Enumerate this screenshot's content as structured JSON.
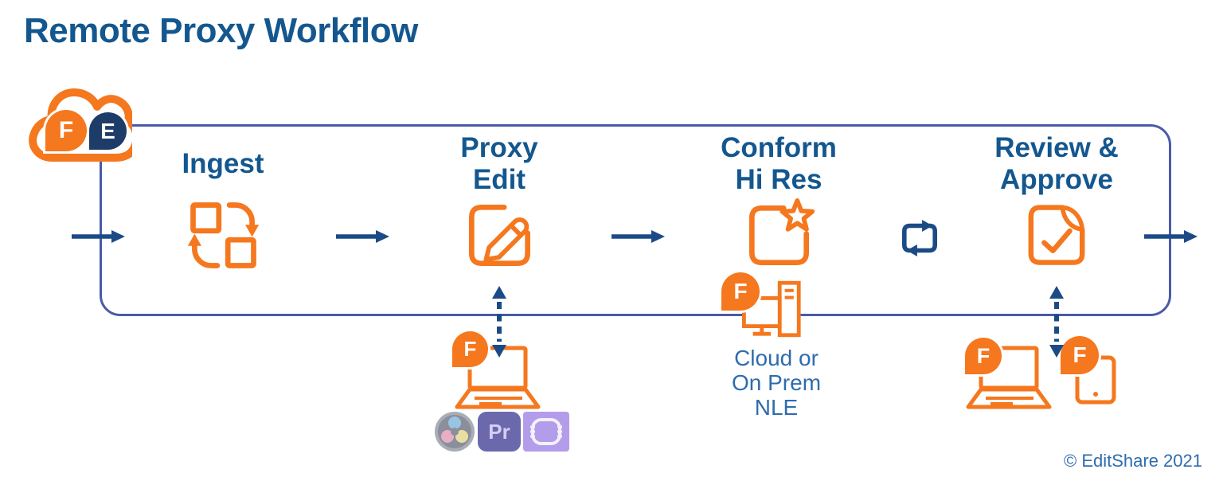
{
  "title": "Remote Proxy Workflow",
  "cloud": {
    "f_badge": "F",
    "e_badge": "E"
  },
  "steps": [
    {
      "line1": "Ingest",
      "line2": "",
      "icon": "ingest-transfer-icon"
    },
    {
      "line1": "Proxy",
      "line2": "Edit",
      "icon": "proxy-edit-icon"
    },
    {
      "line1": "Conform",
      "line2": "Hi Res",
      "icon": "conform-star-icon"
    },
    {
      "line1": "Review &",
      "line2": "Approve",
      "icon": "review-approve-icon"
    }
  ],
  "proxy_edit_station": {
    "badge": "F",
    "apps": [
      {
        "name": "DaVinci Resolve"
      },
      {
        "name": "Adobe Premiere Pro",
        "label": "Pr"
      },
      {
        "name": "Avid Media Composer"
      }
    ]
  },
  "conform_station": {
    "badge": "F",
    "caption": {
      "line1": "Cloud or",
      "line2": "On Prem",
      "line3": "NLE"
    }
  },
  "review_station": {
    "laptop_badge": "F",
    "tablet_badge": "F"
  },
  "footer": {
    "copyright": "© EditShare 2021"
  },
  "colors": {
    "orange": "#F5771E",
    "navy_arrow": "#1B4B87",
    "badge_navy": "#1D3C68",
    "heading_blue": "#14578F",
    "caption_blue": "#2E6CAE",
    "container_border": "#4A5BA8"
  }
}
